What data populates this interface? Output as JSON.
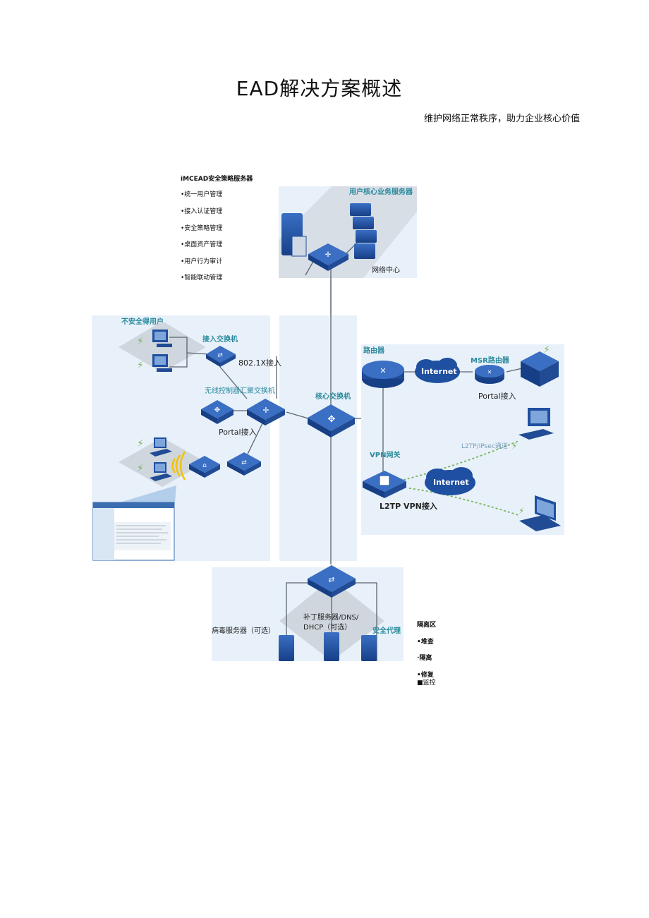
{
  "title": "EAD解决方案概述",
  "subtitle": "维护网络正常秩序，助力企业核心价值",
  "policy_server": {
    "title": "iMCEAD安全策略服务器",
    "items": [
      "•统一用户管理",
      "•接入认证管理",
      "•安全策略管理",
      "•桌面资产管理",
      "•用户行为审计",
      "•智能联动管理"
    ]
  },
  "diagram": {
    "core_servers": "用户核心业务服务器",
    "network_center": "网络中心",
    "unsafe_users": "不安全得用户",
    "access_switch": "接入交换机",
    "dot1x": "802.1X接入",
    "wireless_switch": "无线控制器汇聚交换机",
    "portal_access_left": "Portal接入",
    "core_switch": "核心交换机",
    "router": "路由器",
    "internet_top": "Internet",
    "msr_router": "MSR路由器",
    "portal_access_right": "Portal接入",
    "vpn_gateway": "VPN网关",
    "tunnel": "L2TP/IPsec通道",
    "internet_bottom": "Internet",
    "l2tp_access": "L2TP VPN接入",
    "antivirus_server": "病毒服务器（可选）",
    "patch_server_1": "补丁服务器/DNS/",
    "patch_server_2": "DHCP（可选）",
    "security_proxy": "安全代理"
  },
  "isolation": {
    "title": "隔离区",
    "items": [
      "•堆查",
      "·隔离",
      "•修复",
      "■监控"
    ]
  },
  "colors": {
    "panel": "#e8f1fa",
    "device": "#1f4fa0",
    "device_light": "#3a6fc4",
    "label": "#2a8a9c",
    "line": "#5a6470"
  }
}
